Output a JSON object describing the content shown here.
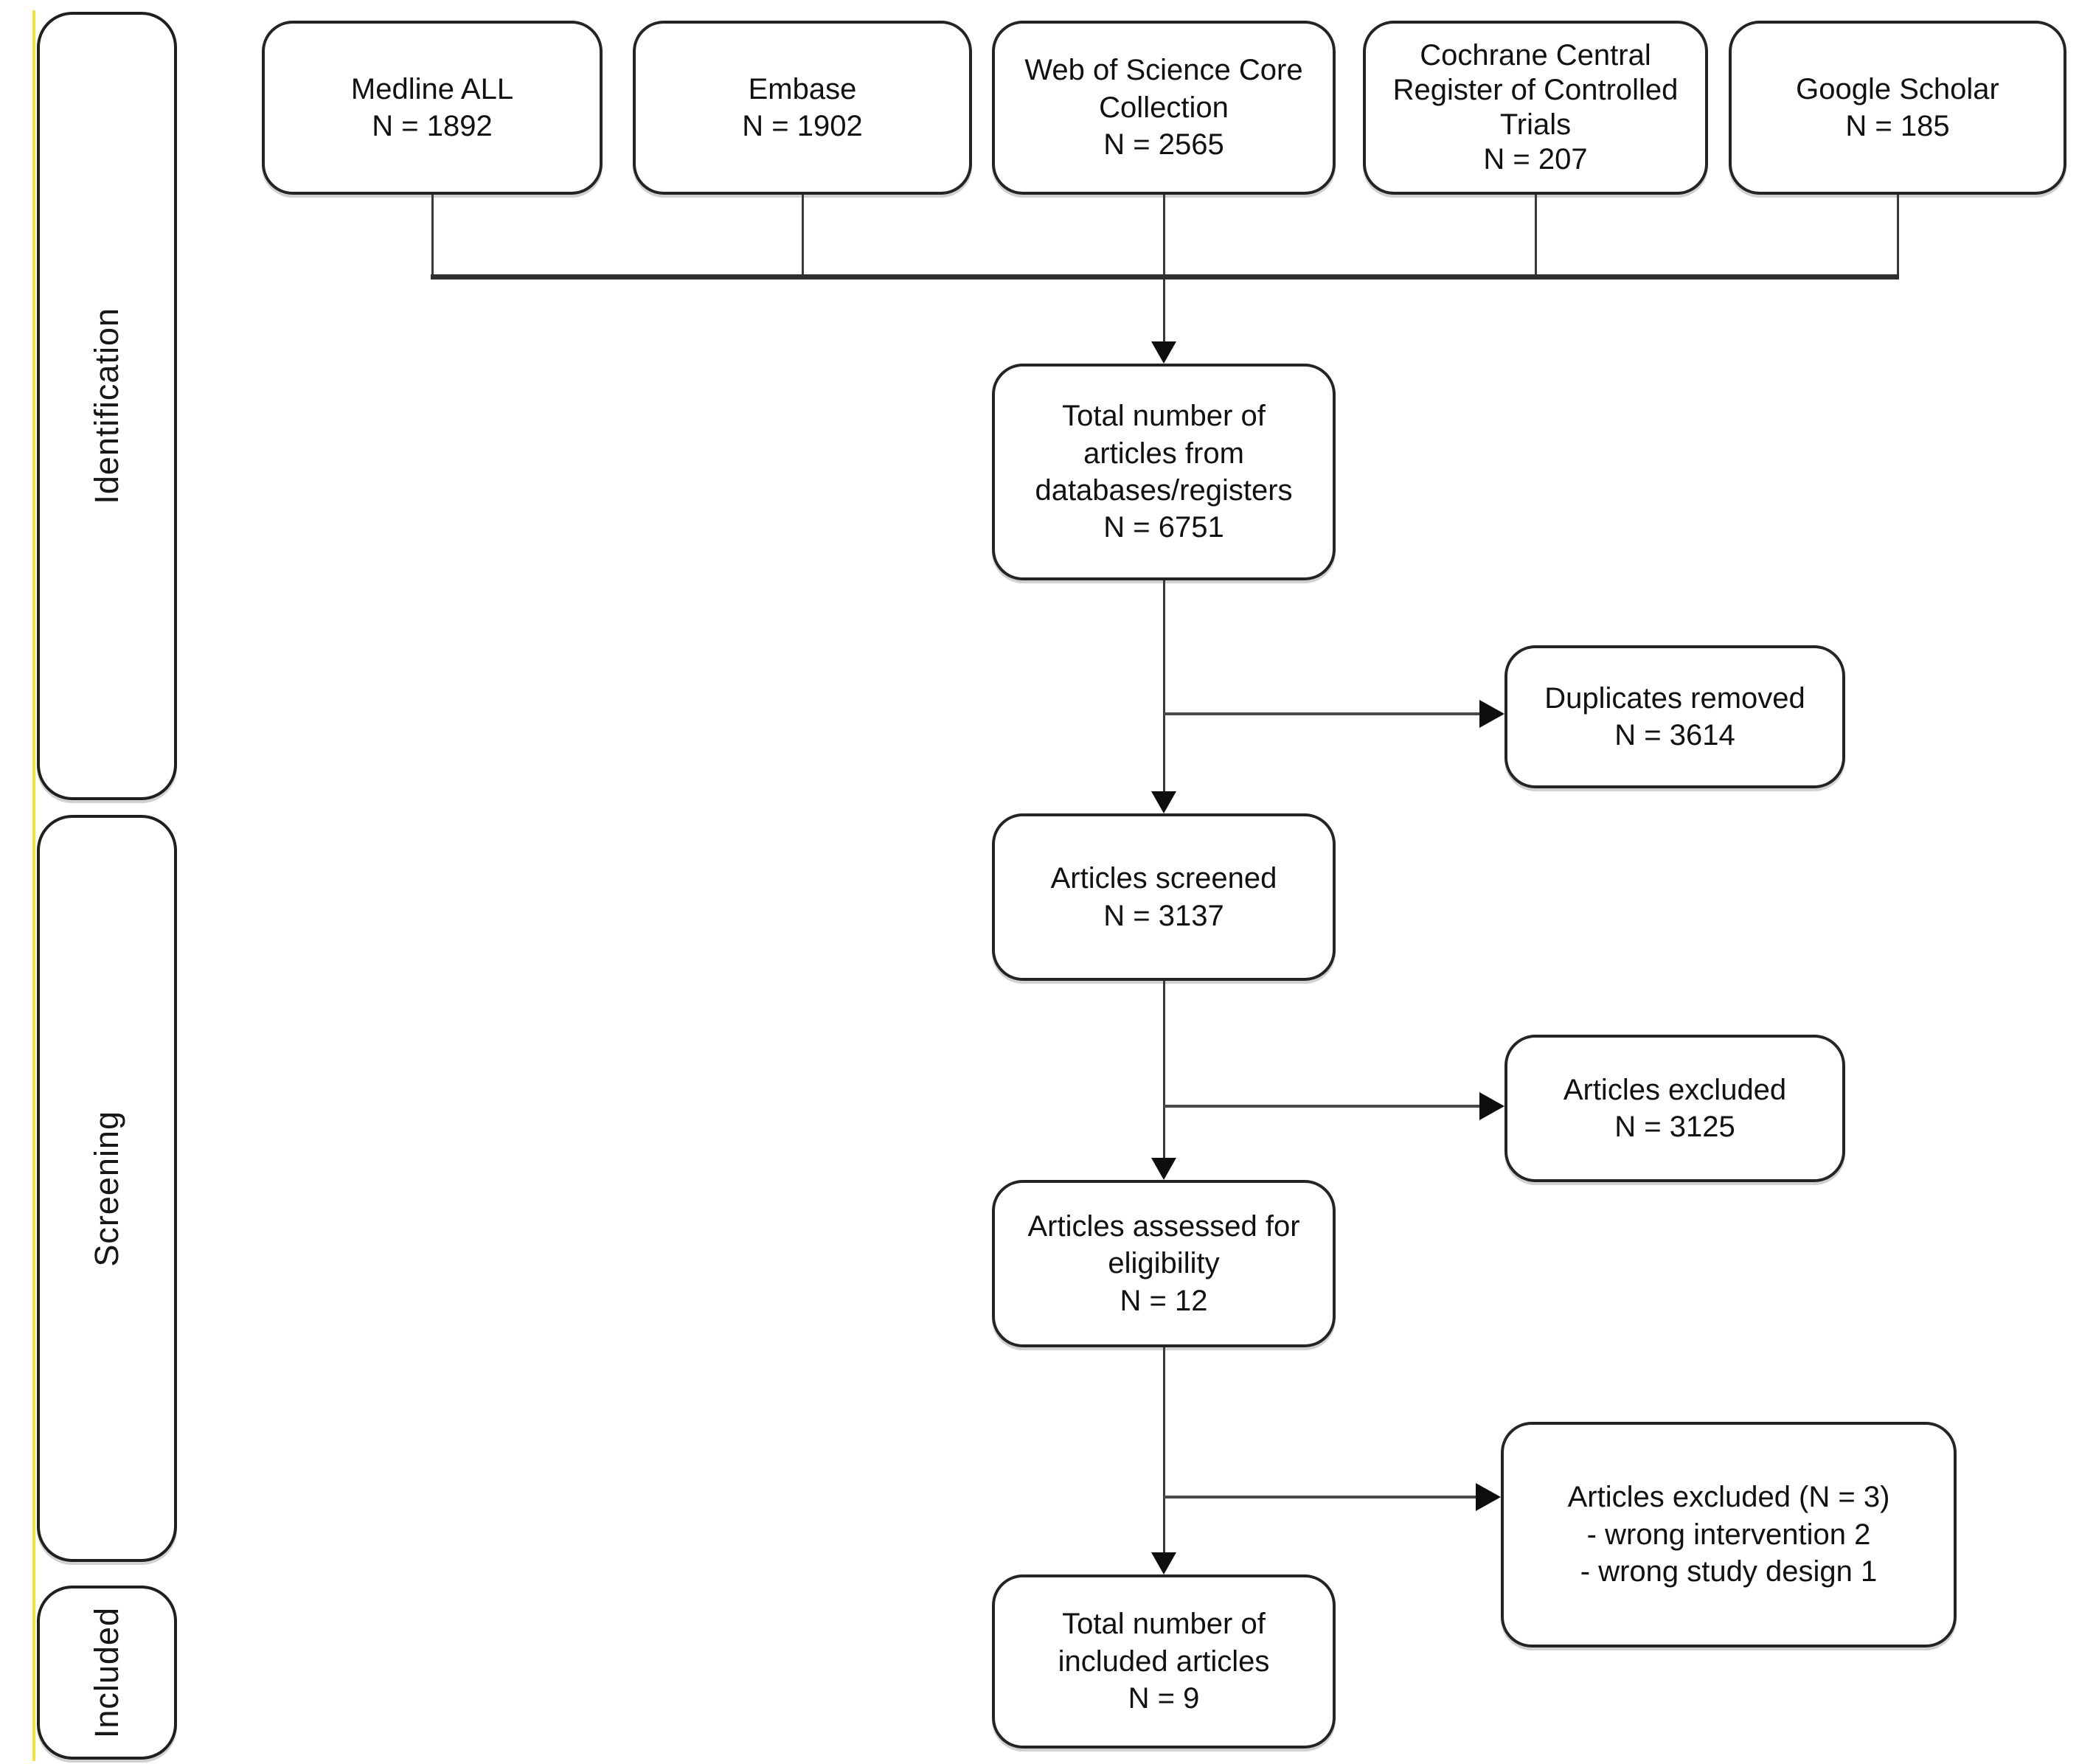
{
  "sidebar": {
    "items": [
      {
        "label": "Identification"
      },
      {
        "label": "Screening"
      },
      {
        "label": "Included"
      }
    ]
  },
  "sources": [
    {
      "lines": [
        "Medline ALL",
        "N = 1892"
      ]
    },
    {
      "lines": [
        "Embase",
        "N = 1902"
      ]
    },
    {
      "lines": [
        "Web of Science Core",
        "Collection",
        "N = 2565"
      ]
    },
    {
      "lines": [
        "Cochrane Central",
        "Register of Controlled",
        "Trials",
        "N = 207"
      ]
    },
    {
      "lines": [
        "Google Scholar",
        "N = 185"
      ]
    }
  ],
  "flow": [
    {
      "lines": [
        "Total number of",
        "articles from",
        "databases/registers",
        "N = 6751"
      ]
    },
    {
      "lines": [
        "Articles screened",
        "N = 3137"
      ]
    },
    {
      "lines": [
        "Articles assessed for",
        "eligibility",
        "N = 12"
      ]
    },
    {
      "lines": [
        "Total number of",
        "included articles",
        "N = 9"
      ]
    }
  ],
  "exclusions": [
    {
      "lines": [
        "Duplicates removed",
        "N = 3614"
      ]
    },
    {
      "lines": [
        "Articles excluded",
        "N = 3125"
      ]
    },
    {
      "lines": [
        "Articles excluded (N = 3)",
        "- wrong intervention 2",
        "- wrong study design 1"
      ]
    }
  ],
  "colors": {
    "background": "#ffffff",
    "box_border": "#242424",
    "text": "#111111",
    "connector": "#3a3a3a",
    "arrowhead": "#0e0e0e",
    "accent_edge": "#efe63a"
  }
}
